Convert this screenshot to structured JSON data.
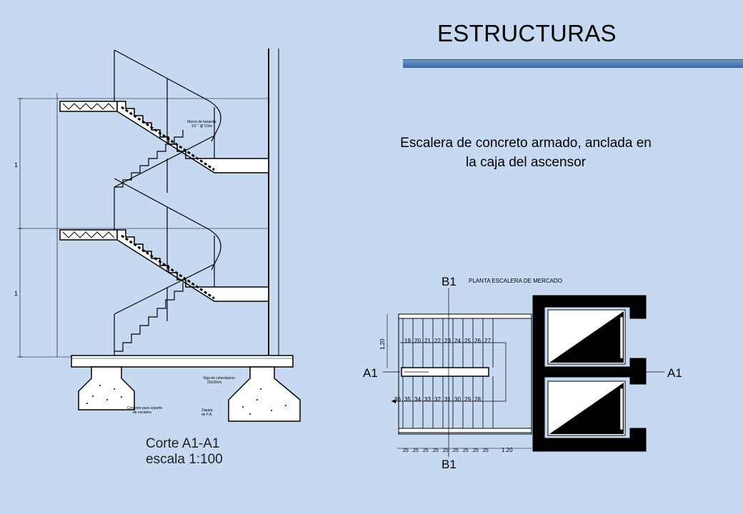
{
  "slide": {
    "title": "ESTRUCTURAS",
    "description_line1": "Escalera de concreto armado, anclada en",
    "description_line2": "la caja del ascensor"
  },
  "section": {
    "caption_line1": "Corte A1-A1",
    "caption_line2": "escala 1:100",
    "note_rail": "Marco de baranda",
    "note_rail2": "1/2 \" @ 0.5m",
    "note_beam": "Viga de cimentacion",
    "note_beam2": "20x30cm",
    "note_footing": "Cimiento para soporte",
    "note_footing2": "de escalera",
    "note_zapata": "Zapata",
    "note_zapata2": "de F.A.",
    "dim_marks": [
      "1",
      "1"
    ]
  },
  "plan": {
    "top_label": "B1",
    "bottom_label": "B1",
    "plan_title": "PLANTA ESCALERA DE MERCADO",
    "left_label": "A1",
    "right_label": "A1",
    "dim_width": "1.20",
    "dim_bottom": "1.20",
    "top_steps": [
      "19",
      "20",
      "21",
      "22",
      "23",
      "24",
      "25",
      "26",
      "27"
    ],
    "bottom_steps": [
      "36",
      "35",
      "34",
      "33",
      "32",
      "31",
      "30",
      "29",
      "28"
    ],
    "tread_dims": [
      ".25",
      ".25",
      ".25",
      ".25",
      ".25",
      ".25",
      ".25",
      ".25",
      ".25"
    ]
  }
}
